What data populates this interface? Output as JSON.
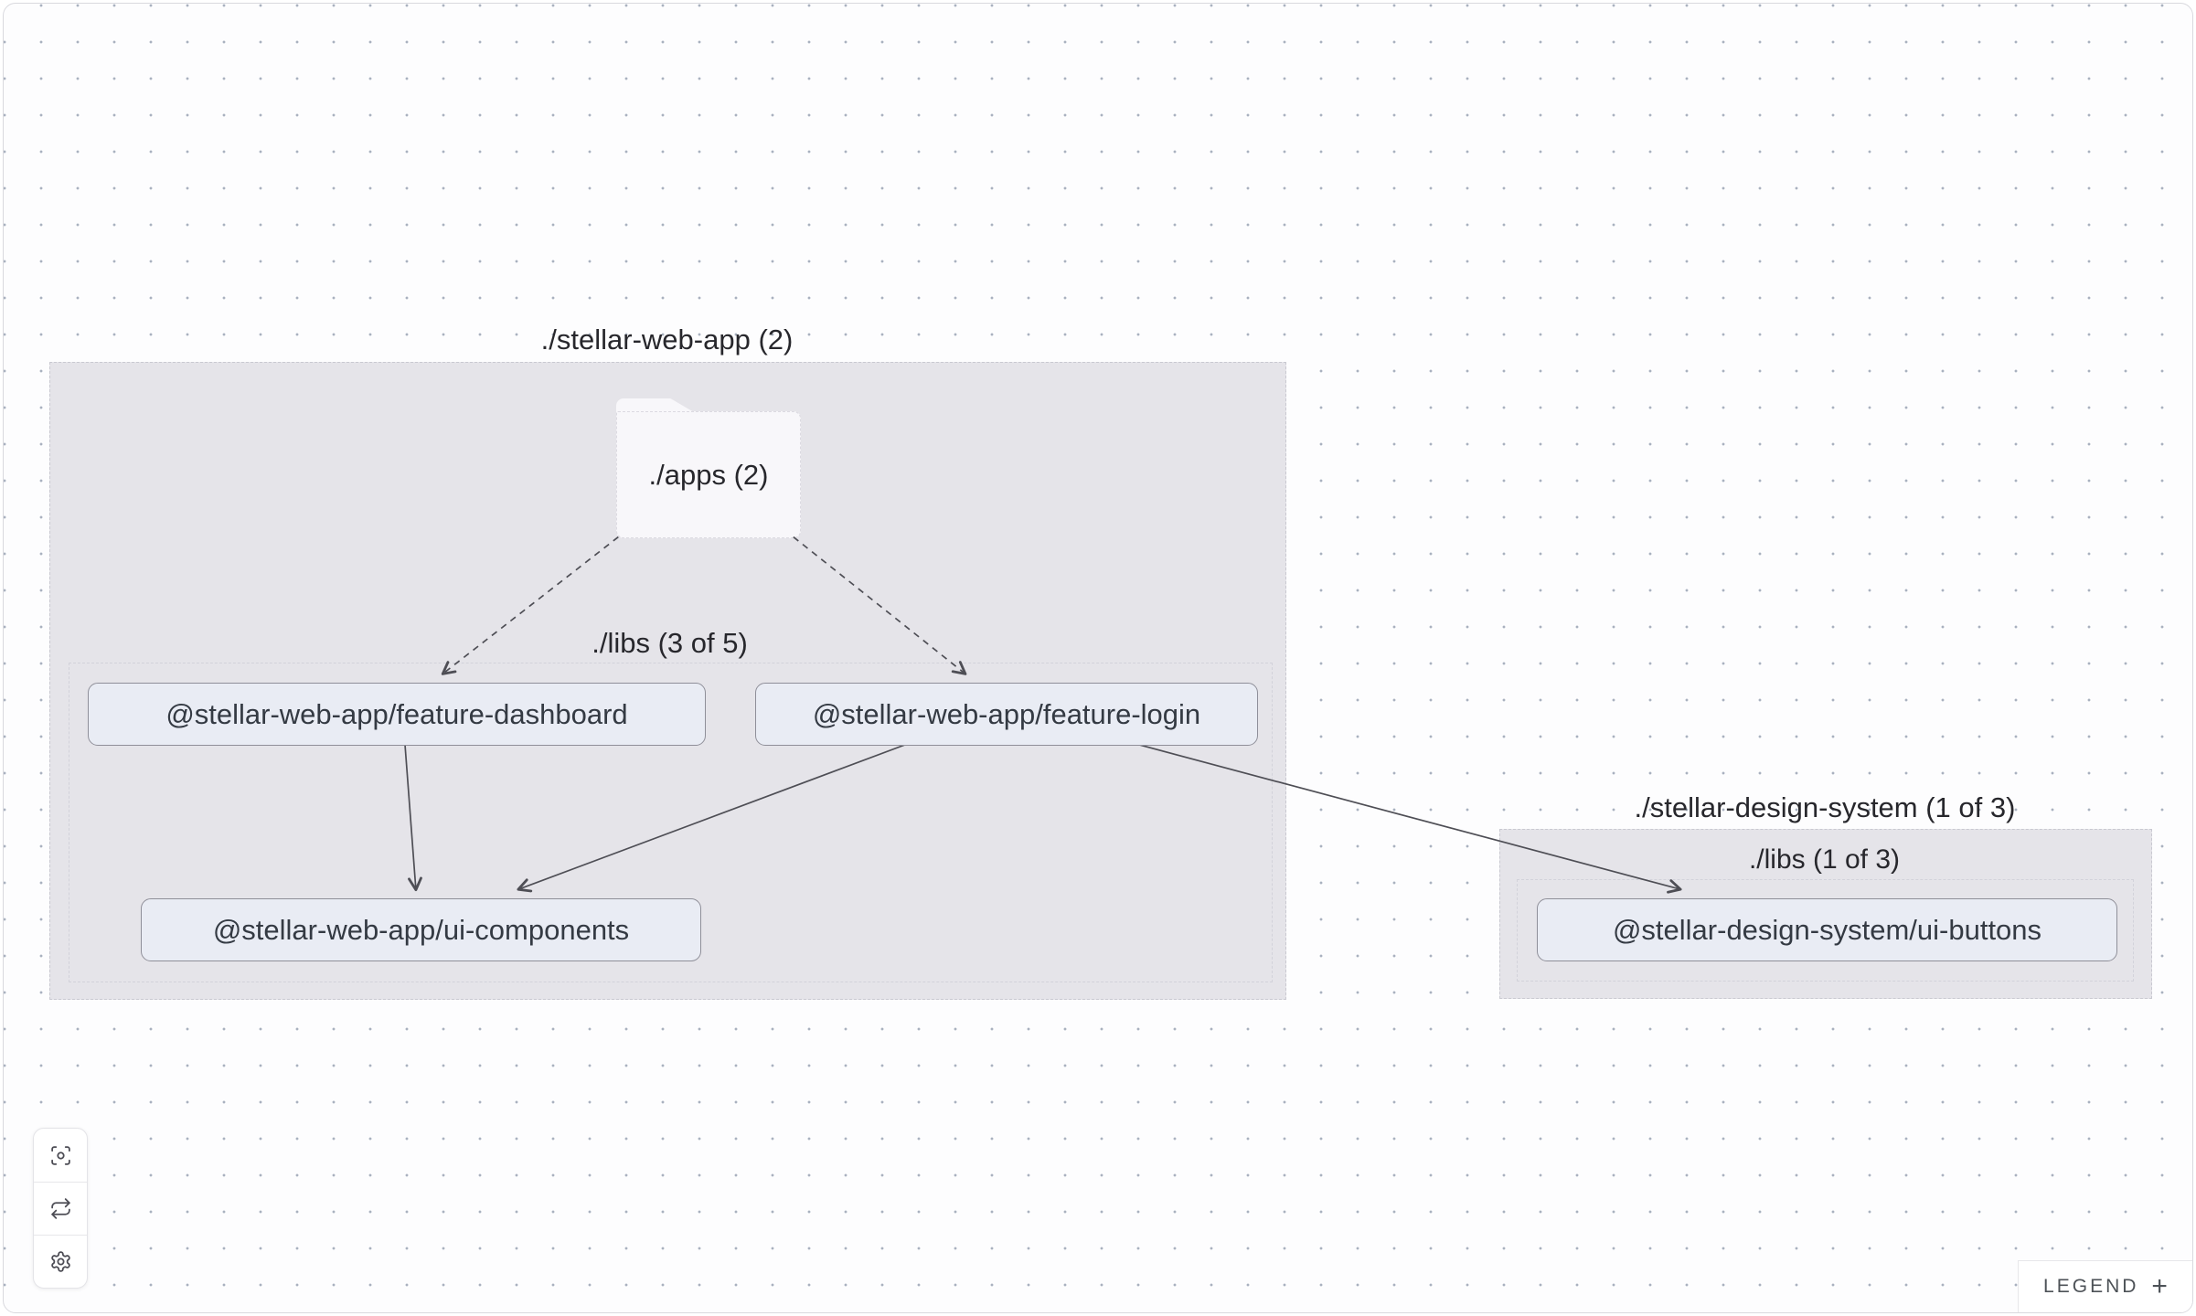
{
  "graph": {
    "groups": [
      {
        "id": "stellar-web-app",
        "label": "./stellar-web-app (2)",
        "folder": {
          "label": "./apps (2)"
        },
        "subgroups": [
          {
            "id": "libs-web",
            "label": "./libs (3 of 5)"
          }
        ]
      },
      {
        "id": "stellar-design-system",
        "label": "./stellar-design-system (1 of 3)",
        "subgroups": [
          {
            "id": "libs-design",
            "label": "./libs (1 of 3)"
          }
        ]
      }
    ],
    "nodes": [
      {
        "id": "feature-dashboard",
        "label": "@stellar-web-app/feature-dashboard"
      },
      {
        "id": "feature-login",
        "label": "@stellar-web-app/feature-login"
      },
      {
        "id": "ui-components",
        "label": "@stellar-web-app/ui-components"
      },
      {
        "id": "ui-buttons",
        "label": "@stellar-design-system/ui-buttons"
      }
    ],
    "edges": [
      {
        "source": "./apps",
        "target": "@stellar-web-app/feature-dashboard",
        "style": "dashed"
      },
      {
        "source": "./apps",
        "target": "@stellar-web-app/feature-login",
        "style": "dashed"
      },
      {
        "source": "@stellar-web-app/feature-dashboard",
        "target": "@stellar-web-app/ui-components",
        "style": "solid"
      },
      {
        "source": "@stellar-web-app/feature-login",
        "target": "@stellar-web-app/ui-components",
        "style": "solid"
      },
      {
        "source": "@stellar-web-app/feature-login",
        "target": "@stellar-design-system/ui-buttons",
        "style": "solid"
      }
    ]
  },
  "toolbar": {
    "buttons": [
      {
        "name": "focus"
      },
      {
        "name": "refresh"
      },
      {
        "name": "settings"
      }
    ]
  },
  "legend": {
    "label": "LEGEND",
    "toggle": "+"
  },
  "colors": {
    "node_fill": "#e9ecf4",
    "node_border": "#8f8f99",
    "group_fill": "#e5e4e9",
    "edge": "#4e4e55",
    "dot_grid": "#a9b1bf"
  }
}
